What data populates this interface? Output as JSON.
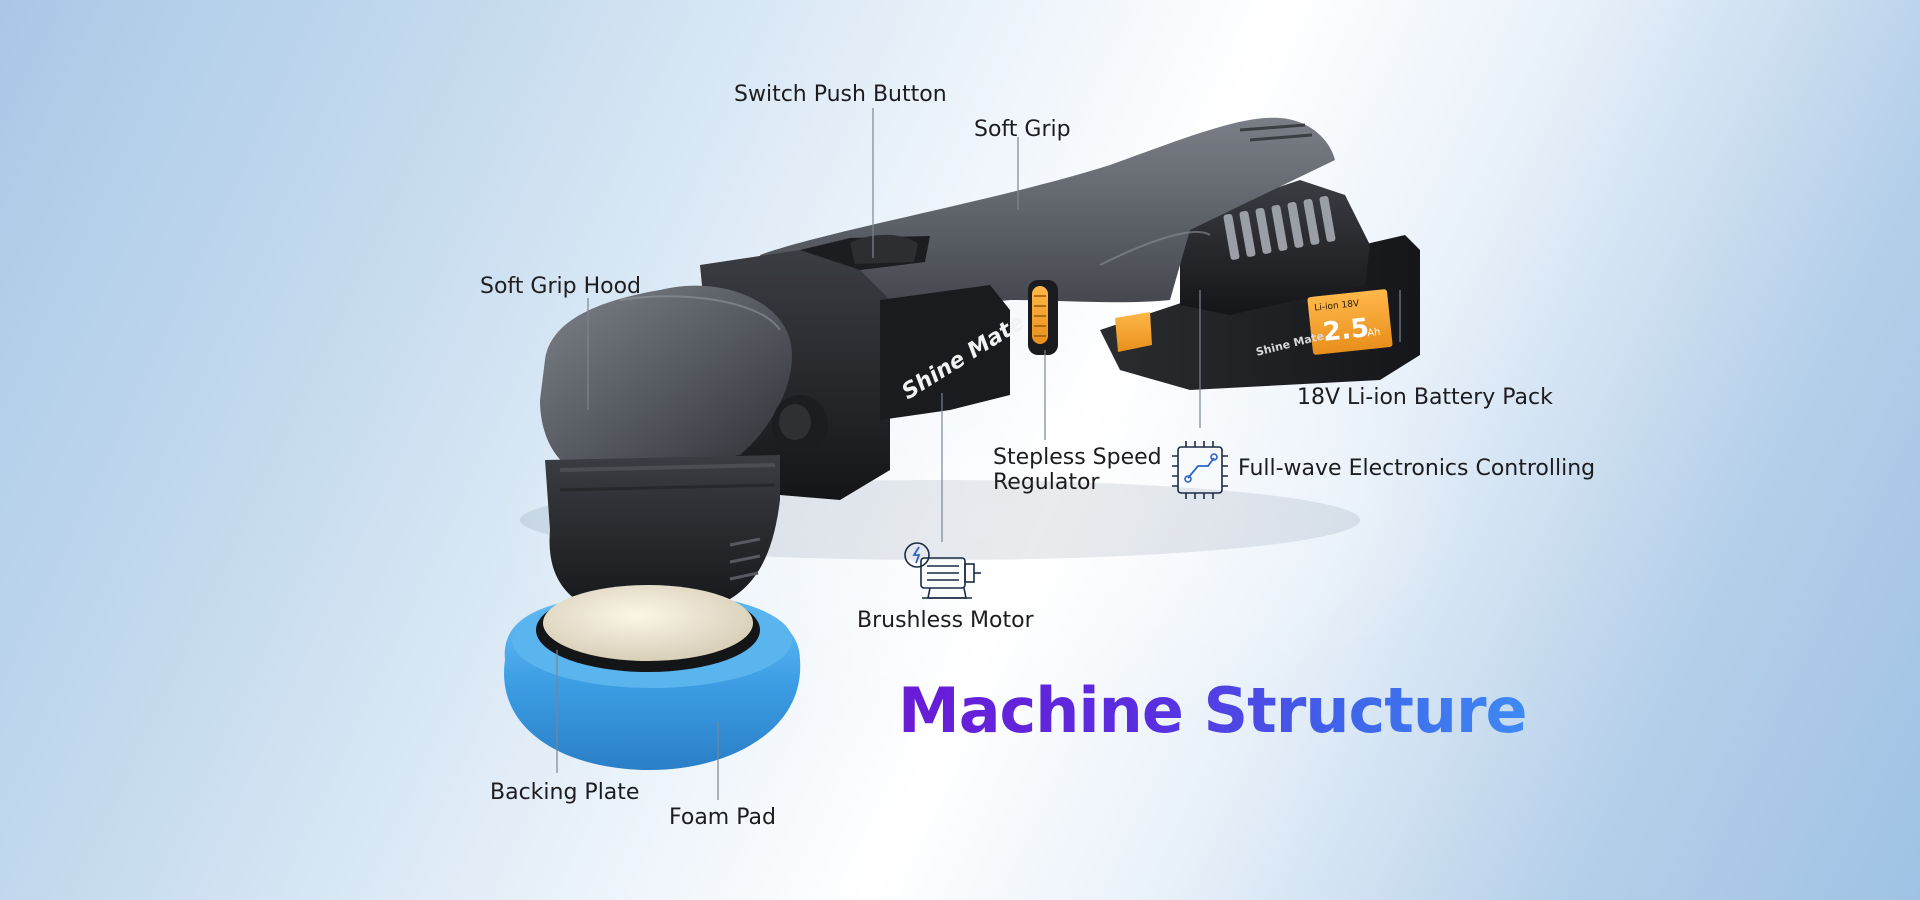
{
  "diagram": {
    "title": "Machine Structure",
    "labels": {
      "switch_push_button": "Switch Push Button",
      "soft_grip": "Soft Grip",
      "soft_grip_hood": "Soft Grip Hood",
      "battery_pack": "18V Li-ion Battery Pack",
      "speed_regulator": "Stepless Speed\nRegulator",
      "electronics": "Full-wave Electronics Controlling",
      "brushless_motor": "Brushless Motor",
      "backing_plate": "Backing Plate",
      "foam_pad": "Foam Pad"
    },
    "icons": {
      "motor": "brushless-motor-icon",
      "electronics": "circuit-chip-icon"
    },
    "product": {
      "brand_logo": "Shine Mate",
      "battery_logo": "Shine Mate",
      "battery_spec_header": "Li-ion 18V",
      "battery_capacity": "2.5",
      "battery_unit": "Ah"
    },
    "colors": {
      "title_start": "#6a1bd6",
      "title_end": "#3f8af5",
      "tool_body": "#5b5f66",
      "pad": "#3d9ee4",
      "accent": "#f2a12a",
      "icon": "#2d62c7"
    }
  }
}
